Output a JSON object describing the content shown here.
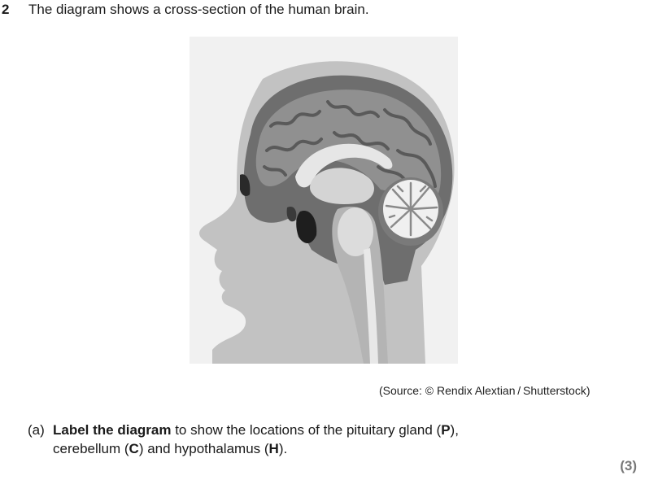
{
  "question": {
    "number": "2",
    "intro": "The diagram shows a cross-section of the human brain."
  },
  "figure": {
    "source_credit": "(Source: © Rendix Alextian / Shutterstock)"
  },
  "part_a": {
    "label": "(a)",
    "instruction_bold": "Label the diagram",
    "text_1": " to show the locations of the pituitary gland (",
    "p_letter": "P",
    "text_2": "),",
    "text_3": "cerebellum (",
    "c_letter": "C",
    "text_4": ") and hypothalamus (",
    "h_letter": "H",
    "text_5": ")."
  },
  "marks": "(3)"
}
